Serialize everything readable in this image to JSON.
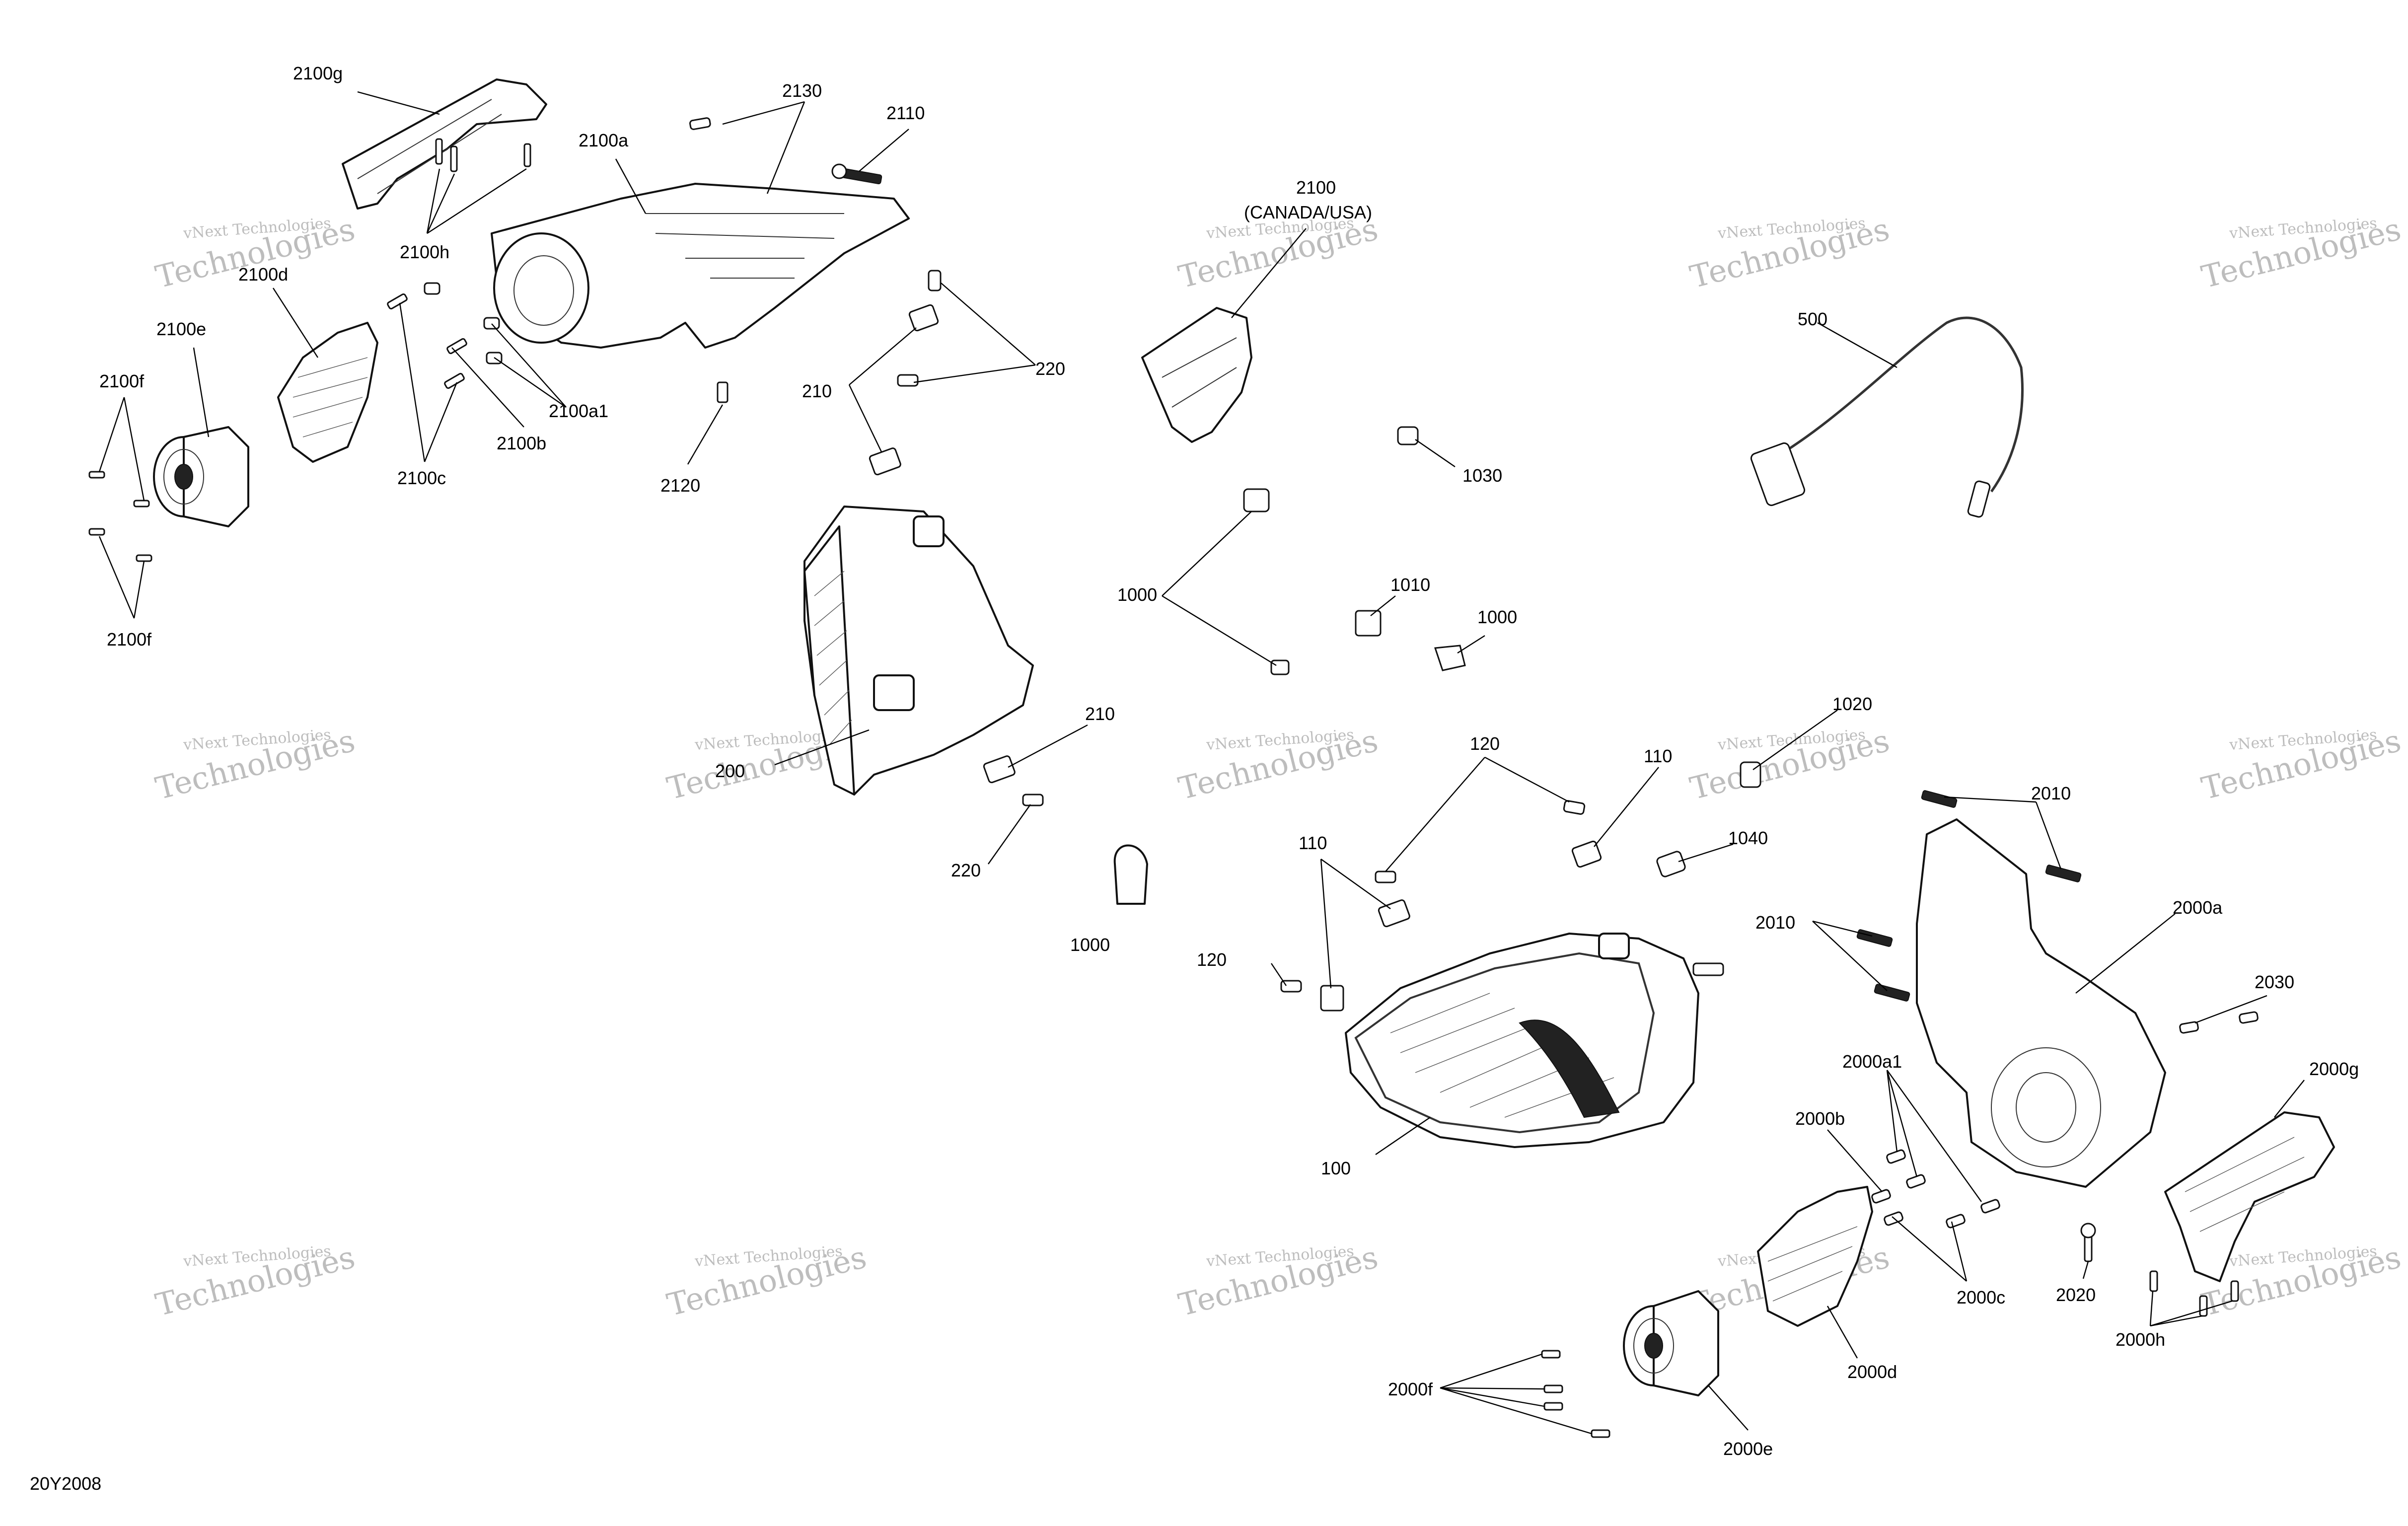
{
  "drawing_code": "20Y2008",
  "watermark": {
    "line1": "vNext Technologies",
    "line2": "Technologies"
  },
  "callouts": {
    "c2100g_left": "2100g",
    "c2130": "2130",
    "c2110": "2110",
    "c2100a": "2100a",
    "c2100h": "2100h",
    "c2100d": "2100d",
    "c2100e": "2100e",
    "c2100f_top": "2100f",
    "c2100f_bottom": "2100f",
    "c2100c": "2100c",
    "c2100b": "2100b",
    "c2100a1": "2100a1",
    "c2120": "2120",
    "c210_top": "210",
    "c220_top": "220",
    "c2100_line1": "2100",
    "c2100_line2": "(CANADA/USA)",
    "c500": "500",
    "c1030": "1030",
    "c1000_a": "1000",
    "c1010": "1010",
    "c1000_b": "1000",
    "c200": "200",
    "c210_mid": "210",
    "c220_mid": "220",
    "c1020": "1020",
    "c120_top": "120",
    "c110_right": "110",
    "c2010_top": "2010",
    "c110_left": "110",
    "c1040": "1040",
    "c1000_c": "1000",
    "c2010_mid": "2010",
    "c2000a": "2000a",
    "c120_left": "120",
    "c2030": "2030",
    "c2000a1": "2000a1",
    "c2000g": "2000g",
    "c2000b": "2000b",
    "c100": "100",
    "c2000c": "2000c",
    "c2020": "2020",
    "c2000h": "2000h",
    "c2000d": "2000d",
    "c2000f": "2000f",
    "c2000e": "2000e"
  }
}
